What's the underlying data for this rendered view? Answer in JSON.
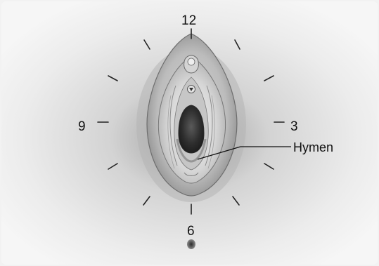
{
  "diagram": {
    "clock_labels": {
      "twelve": "12",
      "three": "3",
      "six": "6",
      "nine": "9"
    },
    "callout": {
      "label": "Hymen"
    },
    "colors": {
      "background_gray": "#d9d9d9",
      "tissue_light": "#e6e6e6",
      "tissue_mid": "#9a9a9a",
      "tissue_dark": "#3a3a3a",
      "tick_color": "#222222"
    }
  }
}
